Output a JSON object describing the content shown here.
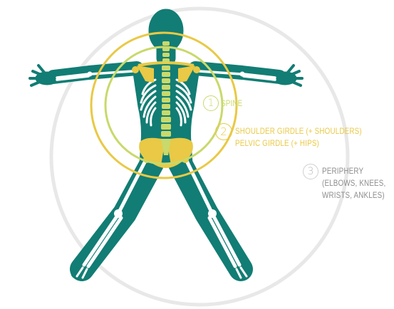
{
  "colors": {
    "body": "#127d74",
    "bone": "#ffffff",
    "spine": "#c9d96b",
    "girdles": "#e9c945",
    "periphery": "#cfcfcf",
    "periphery_text": "#8d8d8d"
  },
  "regions": {
    "spine": {
      "number": "1",
      "label": "SPINE"
    },
    "girdles": {
      "number": "2",
      "line1": "SHOULDER GIRDLE (+ SHOULDERS)",
      "line2": "PELVIC GIRDLE (+ HIPS)"
    },
    "periphery": {
      "number": "3",
      "line1": "PERIPHERY",
      "line2": "(ELBOWS, KNEES,",
      "line3": "WRISTS, ANKLES)"
    }
  }
}
